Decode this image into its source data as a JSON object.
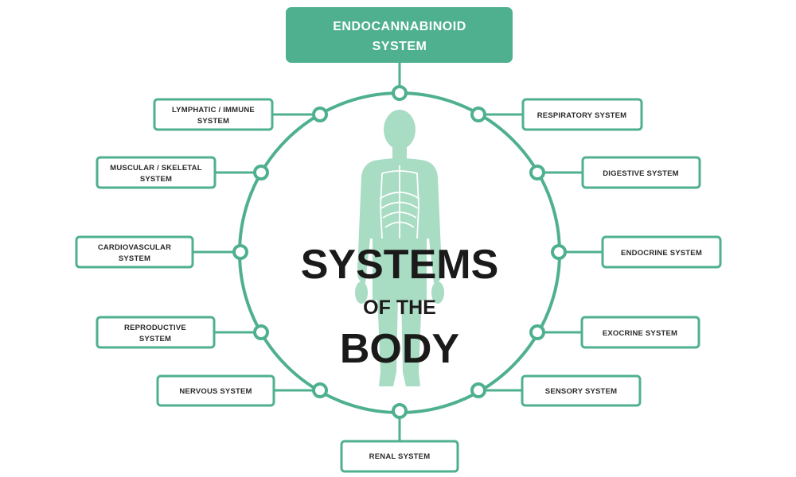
{
  "header": {
    "line1": "ENDOCANNABINOID",
    "line2": "SYSTEM"
  },
  "center_title": {
    "line1": "SYSTEMS",
    "line2": "OF THE",
    "line3": "BODY"
  },
  "systems": {
    "lymphatic": {
      "line1": "LYMPHATIC / IMMUNE",
      "line2": "SYSTEM"
    },
    "muscular": {
      "line1": "MUSCULAR / SKELETAL",
      "line2": "SYSTEM"
    },
    "cardiovascular": {
      "line1": "CARDIOVASCULAR",
      "line2": "SYSTEM"
    },
    "reproductive": {
      "line1": "REPRODUCTIVE",
      "line2": "SYSTEM"
    },
    "nervous": {
      "line1": "NERVOUS SYSTEM"
    },
    "renal": {
      "line1": "RENAL SYSTEM"
    },
    "respiratory": {
      "line1": "RESPIRATORY SYSTEM"
    },
    "digestive": {
      "line1": "DIGESTIVE SYSTEM"
    },
    "endocrine": {
      "line1": "ENDOCRINE SYSTEM"
    },
    "exocrine": {
      "line1": "EXOCRINE SYSTEM"
    },
    "sensory": {
      "line1": "SENSORY SYSTEM"
    }
  },
  "colors": {
    "accent": "#4fb08f",
    "header_fill": "#4fb08f",
    "body_silhouette": "#a8dcc3",
    "title_text": "#1a1a1a",
    "label_text": "#2b2b2b"
  }
}
